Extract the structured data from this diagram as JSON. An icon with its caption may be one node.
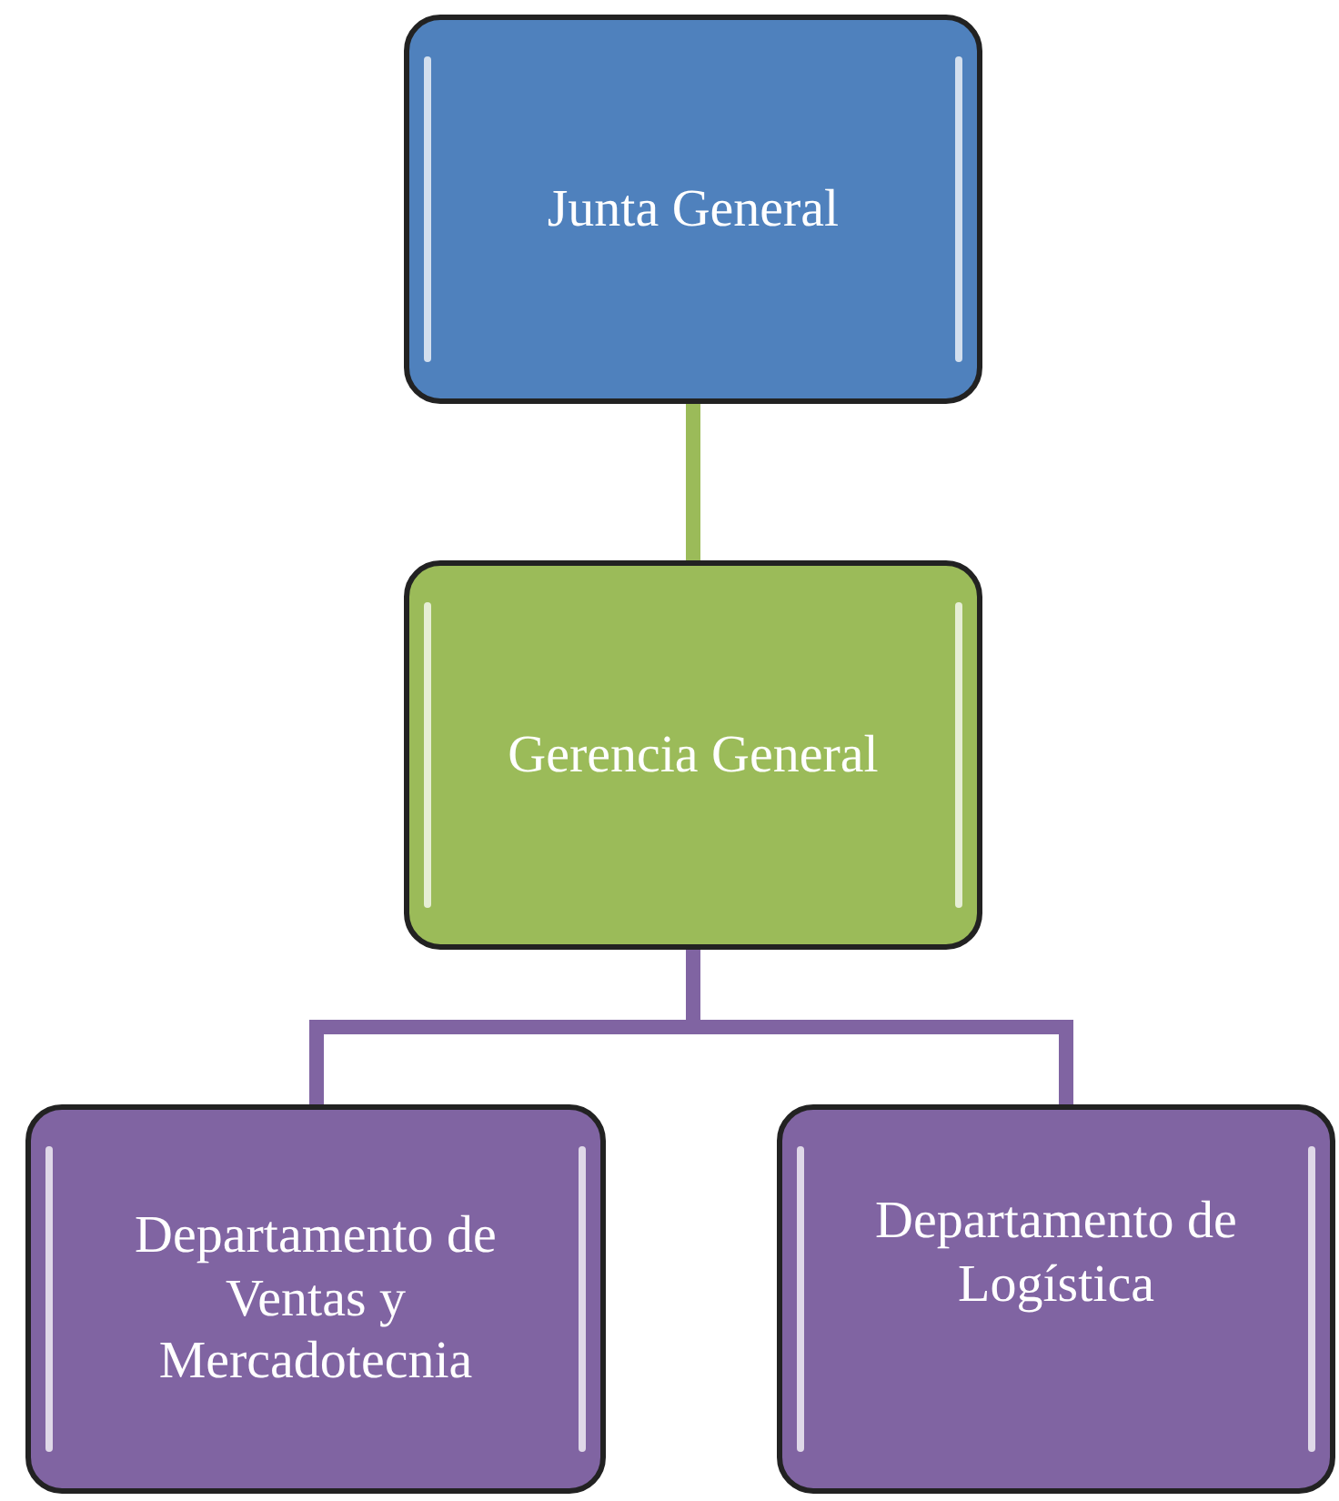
{
  "diagram": {
    "nodes": [
      {
        "text": [
          "Junta General"
        ]
      },
      {
        "text": [
          "Gerencia General"
        ]
      },
      {
        "text": [
          "Departamento de Ventas y Mercadotecnia"
        ]
      },
      {
        "text": [
          "Departamento de Logística"
        ]
      }
    ],
    "edges": [
      {
        "from": 0,
        "to": 1,
        "arrow": "none",
        "color": "#9bbb59"
      },
      {
        "from": 1,
        "to": 2,
        "arrow": "none"
      },
      {
        "from": 1,
        "to": 3,
        "arrow": "none"
      }
    ]
  }
}
